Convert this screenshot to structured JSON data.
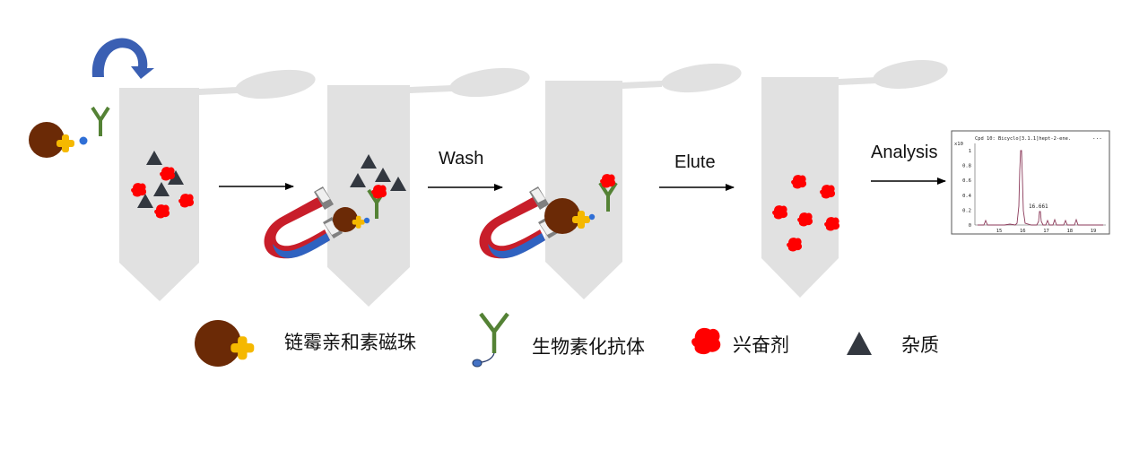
{
  "steps": {
    "wash_label": "Wash",
    "elute_label": "Elute",
    "analysis_label": "Analysis"
  },
  "legend": {
    "bead_label": "链霉亲和素磁珠",
    "antibody_label": "生物素化抗体",
    "stimulant_label": "兴奋剂",
    "impurity_label": "杂质"
  },
  "chromatogram": {
    "title": "Cpd 10: Bicyclo[3.1.1]hept-2-ene.",
    "menu_glyph": "...",
    "y_multiplier": "x10",
    "y_ticks": [
      "1",
      "0.8",
      "0.6",
      "0.4",
      "0.2",
      "0"
    ],
    "x_ticks": [
      "15",
      "16",
      "17",
      "18",
      "19"
    ],
    "peak_annotation": "16.661"
  },
  "colors": {
    "tube": "#e1e1e1",
    "bead": "#6b2a06",
    "biotin_linker": "#f5b800",
    "antibody": "#548235",
    "stimulant": "#ff0000",
    "impurity": "#333840",
    "arrow_curve": "#3a5fb3",
    "trace": "#8b3a5a"
  }
}
